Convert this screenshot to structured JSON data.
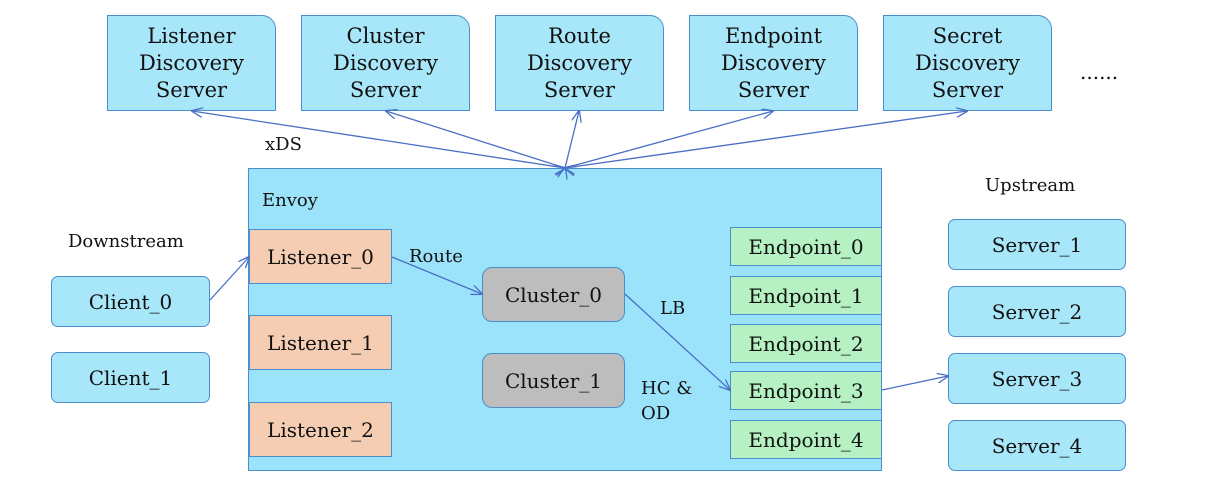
{
  "discovery_servers": [
    {
      "line1": "Listener",
      "line2": "Discovery",
      "line3": "Server"
    },
    {
      "line1": "Cluster",
      "line2": "Discovery",
      "line3": "Server"
    },
    {
      "line1": "Route",
      "line2": "Discovery",
      "line3": "Server"
    },
    {
      "line1": "Endpoint",
      "line2": "Discovery",
      "line3": "Server"
    },
    {
      "line1": "Secret",
      "line2": "Discovery",
      "line3": "Server"
    }
  ],
  "ellipsis": "......",
  "xds_label": "xDS",
  "envoy_label": "Envoy",
  "downstream_label": "Downstream",
  "upstream_label": "Upstream",
  "listeners": [
    "Listener_0",
    "Listener_1",
    "Listener_2"
  ],
  "clusters": [
    "Cluster_0",
    "Cluster_1"
  ],
  "endpoints": [
    "Endpoint_0",
    "Endpoint_1",
    "Endpoint_2",
    "Endpoint_3",
    "Endpoint_4"
  ],
  "clients": [
    "Client_0",
    "Client_1"
  ],
  "servers": [
    "Server_1",
    "Server_2",
    "Server_3",
    "Server_4"
  ],
  "route_label": "Route",
  "lb_label": "LB",
  "hc_label": "HC &",
  "od_label": "OD",
  "colors": {
    "server_fill": "#a8e6f9",
    "envoy_fill": "#9be3fa",
    "listener_fill": "#f4cdb3",
    "cluster_fill": "#bdbdbd",
    "endpoint_fill": "#b6f1c3",
    "border": "#4a8fcc"
  }
}
